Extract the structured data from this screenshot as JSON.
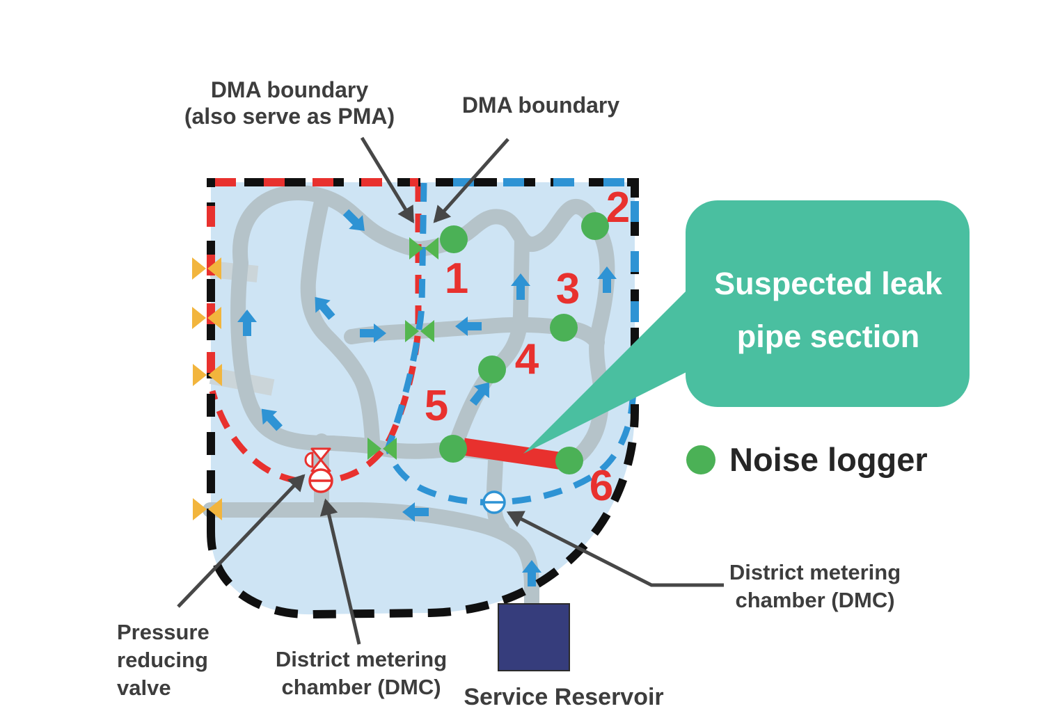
{
  "callout": {
    "line1": "Suspected leak",
    "line2": "pipe section"
  },
  "legend": {
    "noise_logger": "Noise logger"
  },
  "labels": {
    "dma_pma_line1": "DMA boundary",
    "dma_pma_line2": "(also serve as PMA)",
    "dma_boundary": "DMA boundary",
    "prv_line1": "Pressure",
    "prv_line2": "reducing",
    "prv_line3": "valve",
    "dmc_bottom_line1": "District metering",
    "dmc_bottom_line2": "chamber (DMC)",
    "dmc_right_line1": "District metering",
    "dmc_right_line2": "chamber (DMC)",
    "service_reservoir": "Service Reservoir"
  },
  "logger_numbers": {
    "n1": "1",
    "n2": "2",
    "n3": "3",
    "n4": "4",
    "n5": "5",
    "n6": "6"
  },
  "colors": {
    "map_fill": "#cee4f4",
    "pipe": "#b5c3c9",
    "pipe_stub": "#cbd5d9",
    "boundary_black": "#101010",
    "dma_red": "#e8312e",
    "dma_blue": "#2e93d4",
    "flow_arrow_blue": "#2e93d4",
    "noise_logger_green": "#4bb156",
    "valve_green": "#54b64f",
    "valve_yellow": "#f2b53d",
    "leak_red": "#e8312e",
    "callout_teal": "#4abfa0",
    "reservoir_navy": "#363d7c",
    "label_text": "#3d3d3d",
    "callout_text": "#ffffff",
    "annotation_arrow": "#474747"
  }
}
